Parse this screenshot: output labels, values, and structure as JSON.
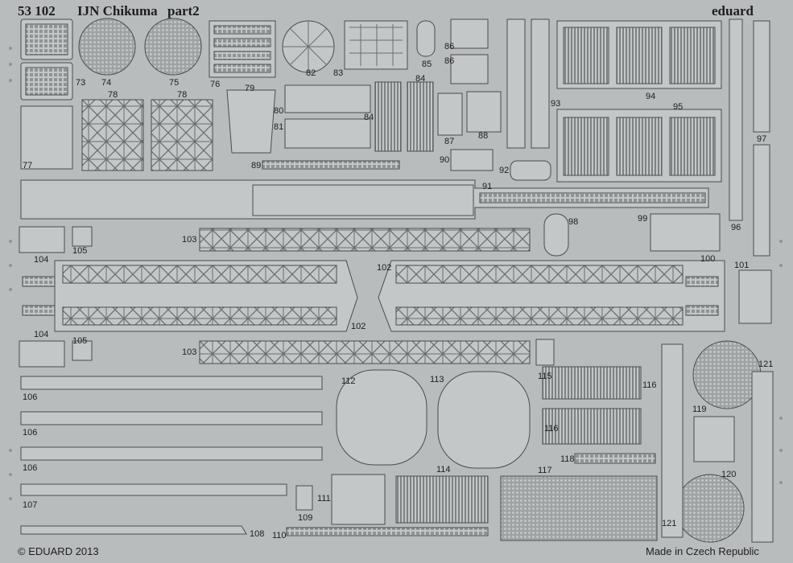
{
  "sheet": {
    "code": "53 102",
    "title": "IJN Chikuma",
    "part": "part2",
    "brand": "eduard",
    "copyright": "© EDUARD 2013",
    "origin": "Made in Czech Republic"
  },
  "colors": {
    "fret": "#b9bcbc",
    "part_fill": "#c4c7c7",
    "outline": "#4a4d4d",
    "text": "#1e1e1e"
  },
  "part_numbers": {
    "p73": "73",
    "p74": "74",
    "p75": "75",
    "p76": "76",
    "p77": "77",
    "p78a": "78",
    "p78b": "78",
    "p79": "79",
    "p80": "80",
    "p81": "81",
    "p82": "82",
    "p83": "83",
    "p84a": "84",
    "p84b": "84",
    "p85": "85",
    "p86a": "86",
    "p86b": "86",
    "p87": "87",
    "p88": "88",
    "p89": "89",
    "p90": "90",
    "p91": "91",
    "p92": "92",
    "p93": "93",
    "p94": "94",
    "p95": "95",
    "p96": "96",
    "p97": "97",
    "p98": "98",
    "p99": "99",
    "p100": "100",
    "p101": "101",
    "p102a": "102",
    "p102b": "102",
    "p103a": "103",
    "p103b": "103",
    "p104a": "104",
    "p104b": "104",
    "p105a": "105",
    "p105b": "105",
    "p106a": "106",
    "p106b": "106",
    "p106c": "106",
    "p107": "107",
    "p108": "108",
    "p109": "109",
    "p110": "110",
    "p111": "111",
    "p112": "112",
    "p113": "113",
    "p114": "114",
    "p115": "115",
    "p116a": "116",
    "p116b": "116",
    "p117": "117",
    "p118": "118",
    "p119": "119",
    "p120": "120",
    "p121a": "121",
    "p121b": "121"
  }
}
